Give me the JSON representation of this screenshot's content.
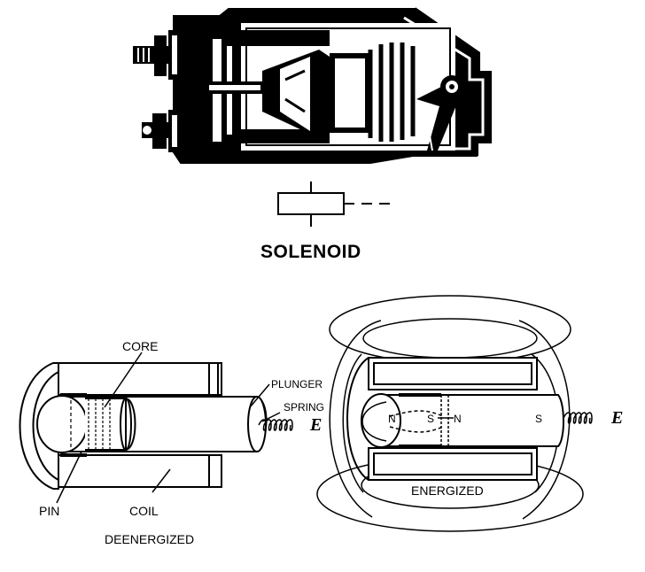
{
  "title": "SOLENOID",
  "deenergized": {
    "state_label": "DEENERGIZED",
    "core_label": "CORE",
    "plunger_label": "PLUNGER",
    "spring_label": "SPRING",
    "pin_label": "PIN",
    "coil_label": "COIL",
    "e_label": "E"
  },
  "energized": {
    "state_label": "ENERGIZED",
    "pole_n1": "N",
    "pole_s1": "S",
    "pole_n2": "N",
    "pole_s2": "S",
    "e_label": "E"
  }
}
